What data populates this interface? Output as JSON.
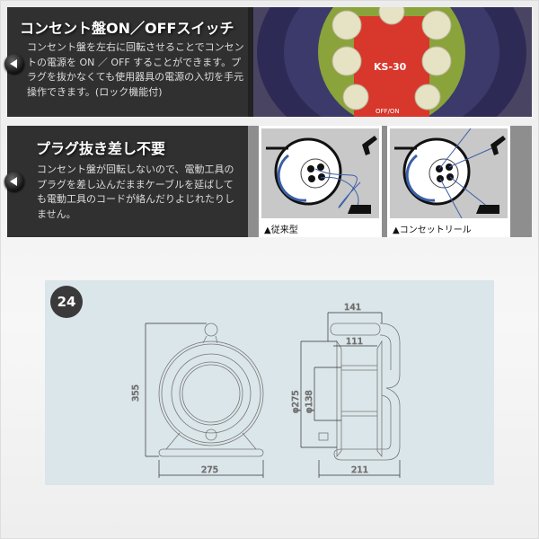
{
  "feature1": {
    "title": "コンセント盤ON／OFFスイッチ",
    "body": "コンセント盤を左右に回転させることでコンセントの電源を ON ／ OFF することができます。プラグを抜かなくても使用器具の電源の入切を手元操作できます。(ロック機能付)"
  },
  "feature2": {
    "title": "プラグ抜き差し不要",
    "body": "コンセント盤が回転しないので、電動工具のプラグを差し込んだままケーブルを延ばしても電動工具のコードが絡んだりよじれたりしません。",
    "captions": [
      "▲従来型",
      "▲コンセットリール"
    ]
  },
  "photo_labels": [
    "KS-30",
    "OFF/ON"
  ],
  "diagram": {
    "badge": "24",
    "dims": {
      "height": "355",
      "width_front": "275",
      "top": "141",
      "inner": "111",
      "diam_outer": "φ275",
      "diam_inner": "φ138",
      "width_side": "211"
    }
  }
}
